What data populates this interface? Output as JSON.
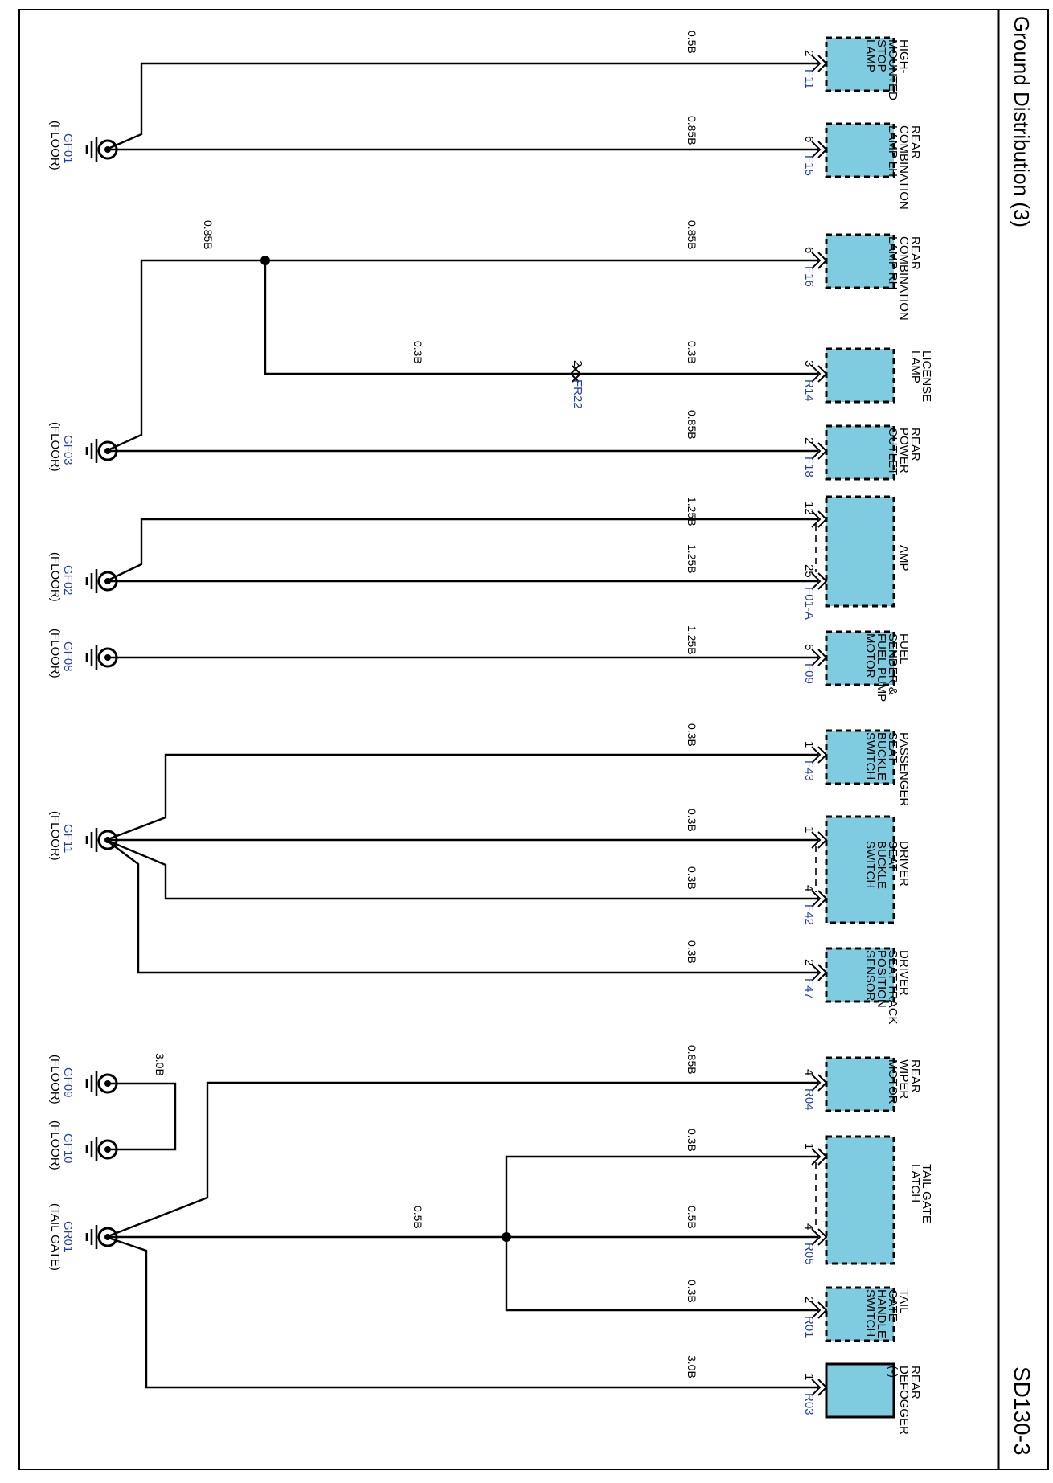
{
  "title": "Ground Distribution (3)",
  "page_code": "SD130-3",
  "colors": {
    "component_fill": "#7FCCE0",
    "connector_label": "#1f3fb0",
    "ground_label": "#1f3fb0",
    "wire": "#000000"
  },
  "grounds": [
    {
      "id": "GF01",
      "location": "(FLOOR)"
    },
    {
      "id": "GF03",
      "location": "(FLOOR)"
    },
    {
      "id": "GF02",
      "location": "(FLOOR)"
    },
    {
      "id": "GF08",
      "location": "(FLOOR)"
    },
    {
      "id": "GF11",
      "location": "(FLOOR)"
    },
    {
      "id": "GF09",
      "location": "(FLOOR)"
    },
    {
      "id": "GF10",
      "location": "(FLOOR)"
    },
    {
      "id": "GR01",
      "location": "(TAIL GATE)"
    }
  ],
  "components": [
    {
      "name": [
        "HIGH-",
        "MOUNTED",
        "STOP",
        "LAMP"
      ],
      "connector": "F11",
      "pins": [
        "2"
      ]
    },
    {
      "name": [
        "REAR",
        "COMBINATION",
        "LAMP LH"
      ],
      "connector": "F15",
      "pins": [
        "6"
      ]
    },
    {
      "name": [
        "REAR",
        "COMBINATION",
        "LAMP RH"
      ],
      "connector": "F16",
      "pins": [
        "6"
      ]
    },
    {
      "name": [
        "LICENSE",
        "LAMP"
      ],
      "connector": "R14",
      "pins": [
        "3"
      ]
    },
    {
      "name": [
        "REAR",
        "POWER",
        "OUTLET"
      ],
      "connector": "F18",
      "pins": [
        "2"
      ]
    },
    {
      "name": [
        "AMP"
      ],
      "connector": "F01-A",
      "pins": [
        "12",
        "25"
      ]
    },
    {
      "name": [
        "FUEL",
        "SENDER &",
        "FUEL PUMP",
        "MOTOR"
      ],
      "connector": "F09",
      "pins": [
        "5"
      ]
    },
    {
      "name": [
        "PASSENGER",
        "SEAT",
        "BUCKLE",
        "SWITCH"
      ],
      "connector": "F43",
      "pins": [
        "1"
      ]
    },
    {
      "name": [
        "DRIVER",
        "SEAT",
        "BUCKLE",
        "SWITCH"
      ],
      "connector": "F42",
      "pins": [
        "1",
        "4"
      ]
    },
    {
      "name": [
        "DRIVER",
        "SEAT TRACK",
        "POSITION",
        "SENSOR"
      ],
      "connector": "F47",
      "pins": [
        "2"
      ]
    },
    {
      "name": [
        "REAR",
        "WIPER",
        "MOTOR"
      ],
      "connector": "R04",
      "pins": [
        "4"
      ]
    },
    {
      "name": [
        "TAIL GATE",
        "LATCH"
      ],
      "connector": "R05",
      "pins": [
        "1",
        "4"
      ]
    },
    {
      "name": [
        "TAIL",
        "GATE",
        "HANDLE",
        "SWITCH"
      ],
      "connector": "R01",
      "pins": [
        "2"
      ]
    },
    {
      "name": [
        "REAR",
        "DEFOGGER",
        "(-)"
      ],
      "connector": "R03",
      "pins": [
        "1"
      ]
    }
  ],
  "inline_connectors": [
    {
      "id": "FR22",
      "pin": "2"
    }
  ],
  "wire_labels": [
    "0.5B",
    "0.85B",
    "0.85B",
    "0.85B",
    "0.3B",
    "0.3B",
    "0.85B",
    "1.25B",
    "1.25B",
    "1.25B",
    "0.3B",
    "0.3B",
    "0.3B",
    "0.3B",
    "0.85B",
    "3.0B",
    "0.3B",
    "0.5B",
    "0.5B",
    "0.3B",
    "3.0B"
  ]
}
